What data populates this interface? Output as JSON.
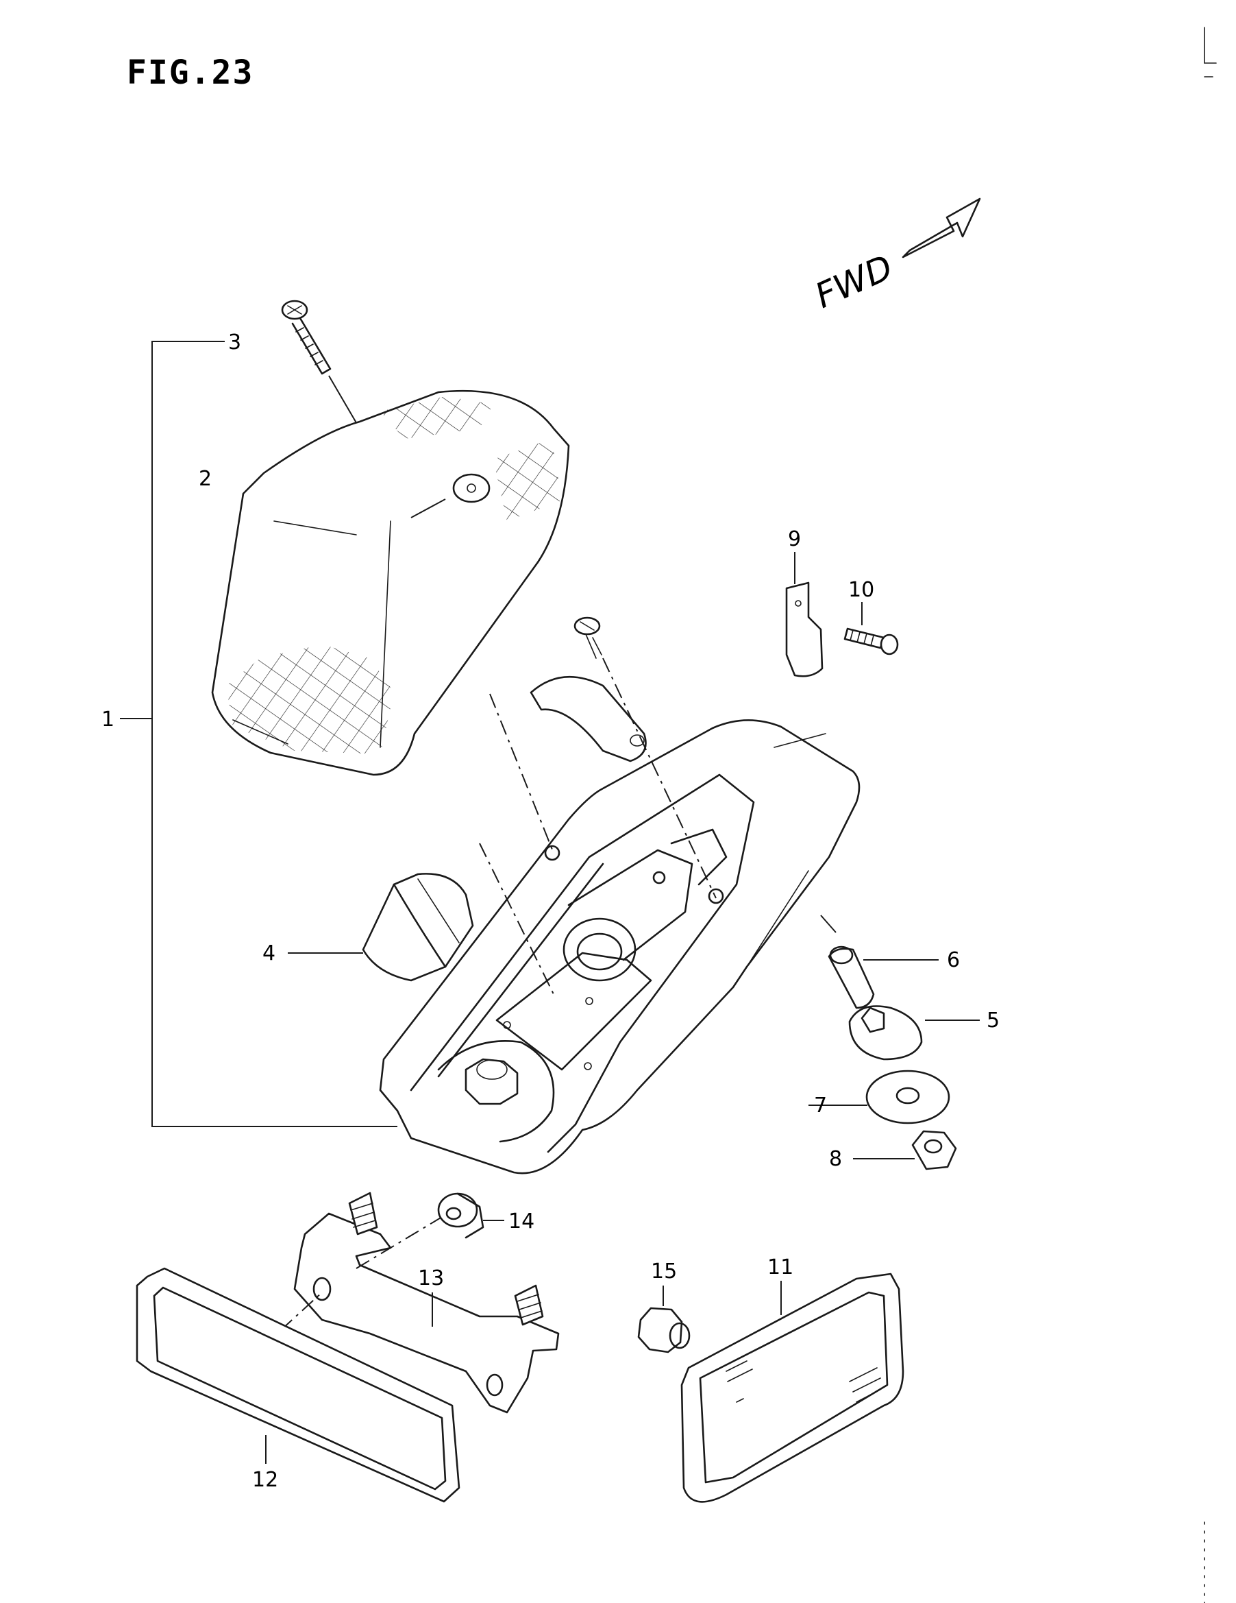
{
  "figure": {
    "title": "FIG.23",
    "direction_label": "FWD",
    "direction_icon": "outline-arrow-icon"
  },
  "callouts": [
    {
      "number": "1"
    },
    {
      "number": "2"
    },
    {
      "number": "3"
    },
    {
      "number": "4"
    },
    {
      "number": "5"
    },
    {
      "number": "6"
    },
    {
      "number": "7"
    },
    {
      "number": "8"
    },
    {
      "number": "9"
    },
    {
      "number": "10"
    },
    {
      "number": "11"
    },
    {
      "number": "12"
    },
    {
      "number": "13"
    },
    {
      "number": "14"
    },
    {
      "number": "15"
    }
  ],
  "colors": {
    "ink": "#1a1a1a",
    "paper": "#ffffff"
  }
}
